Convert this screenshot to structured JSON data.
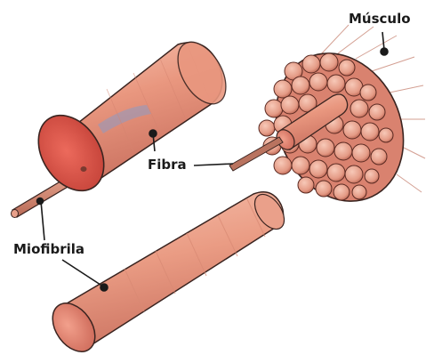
{
  "labels": {
    "musculo": "Músculo",
    "fibra": "Fibra",
    "miofibrila": "Miofibrila"
  },
  "colors": {
    "flesh_light": "#f4b6a2",
    "flesh_mid": "#e58f78",
    "flesh_dark": "#c86a5a",
    "end_face": "#e2524a",
    "end_face_edge": "#b83e35",
    "outline": "#2a1a1a",
    "accent_blue": "#8c9bc4"
  }
}
